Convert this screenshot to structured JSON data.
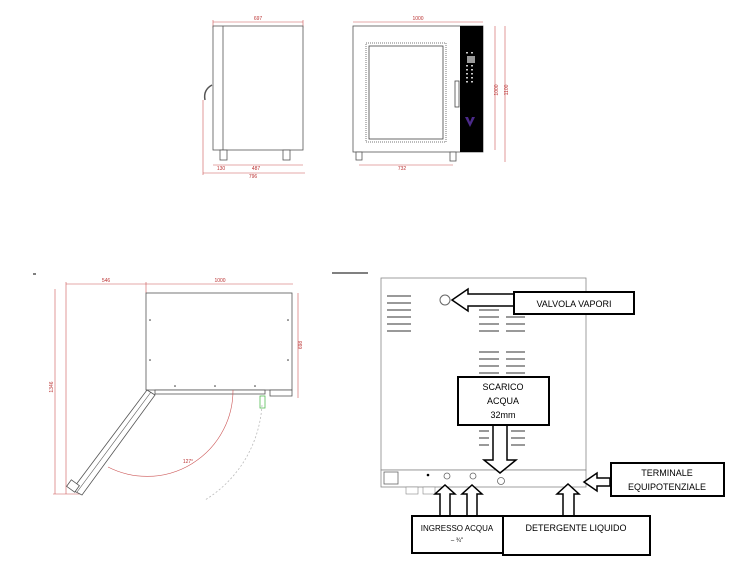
{
  "side_view": {
    "dim_depth_top": "697",
    "dim_foot_offset": "130",
    "dim_foot_spacing": "487",
    "dim_total_depth": "796"
  },
  "front_view": {
    "dim_width": "1000",
    "dim_height_body": "1000",
    "dim_height_total": "1100",
    "dim_foot_spacing": "732"
  },
  "plan_view": {
    "dim_door_clearance": "546",
    "dim_width": "1000",
    "dim_depth": "698",
    "dim_total": "1346",
    "door_angle": "127°"
  },
  "back_view": {
    "valvola_vapori": "VALVOLA VAPORI",
    "scarico_line1": "SCARICO",
    "scarico_line2": "ACQUA",
    "scarico_line3": "32mm",
    "ingresso_line1": "INGRESSO ACQUA",
    "ingresso_line2": "– ¾\"",
    "detergente": "DETERGENTE LIQUIDO",
    "terminale_line1": "TERMINALE",
    "terminale_line2": "EQUIPOTENZIALE"
  },
  "colors": {
    "dimension": "#bb3333",
    "panel": "#000000",
    "logo": "#4b2a8a"
  }
}
